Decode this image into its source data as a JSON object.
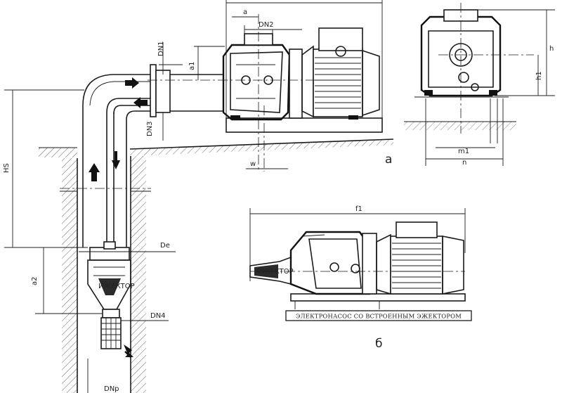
{
  "labels": {
    "dn1": "DN1",
    "dn2": "DN2",
    "dn3": "DN3",
    "dn4": "DN4",
    "dnp": "DNp",
    "a": "a",
    "a1": "a1",
    "a2": "a2",
    "hs": "HS",
    "de": "De",
    "w": "w",
    "h": "h",
    "h1": "h1",
    "m1": "m1",
    "n": "n",
    "f1": "f1",
    "fig_a": "а",
    "fig_b": "б"
  },
  "caption": "ЭЛЕКТРОНАСОС СО ВСТРОЕННЫМ ЭЖЕКТОРОМ"
}
